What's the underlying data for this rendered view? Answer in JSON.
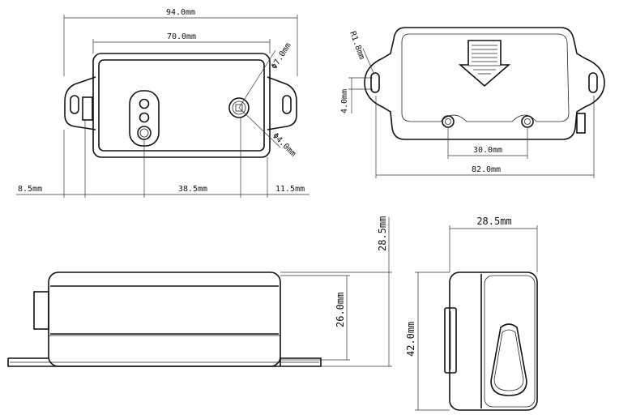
{
  "top_view": {
    "width_total": "94.0mm",
    "width_body": "70.0mm",
    "led_hole_dia": "Φ7.0mm",
    "screw_dia": "Φ4.0mm",
    "left_offset": "8.5mm",
    "center_spacing": "38.5mm",
    "right_offset": "11.5mm"
  },
  "back_view": {
    "corner_radius": "R1.8mm",
    "slot_width": "4.0mm",
    "hole_spacing": "30.0mm",
    "total_width": "82.0mm"
  },
  "front_view": {
    "total_height": "28.5mm",
    "body_height": "26.0mm"
  },
  "side_view": {
    "depth": "28.5mm",
    "height": "42.0mm"
  }
}
